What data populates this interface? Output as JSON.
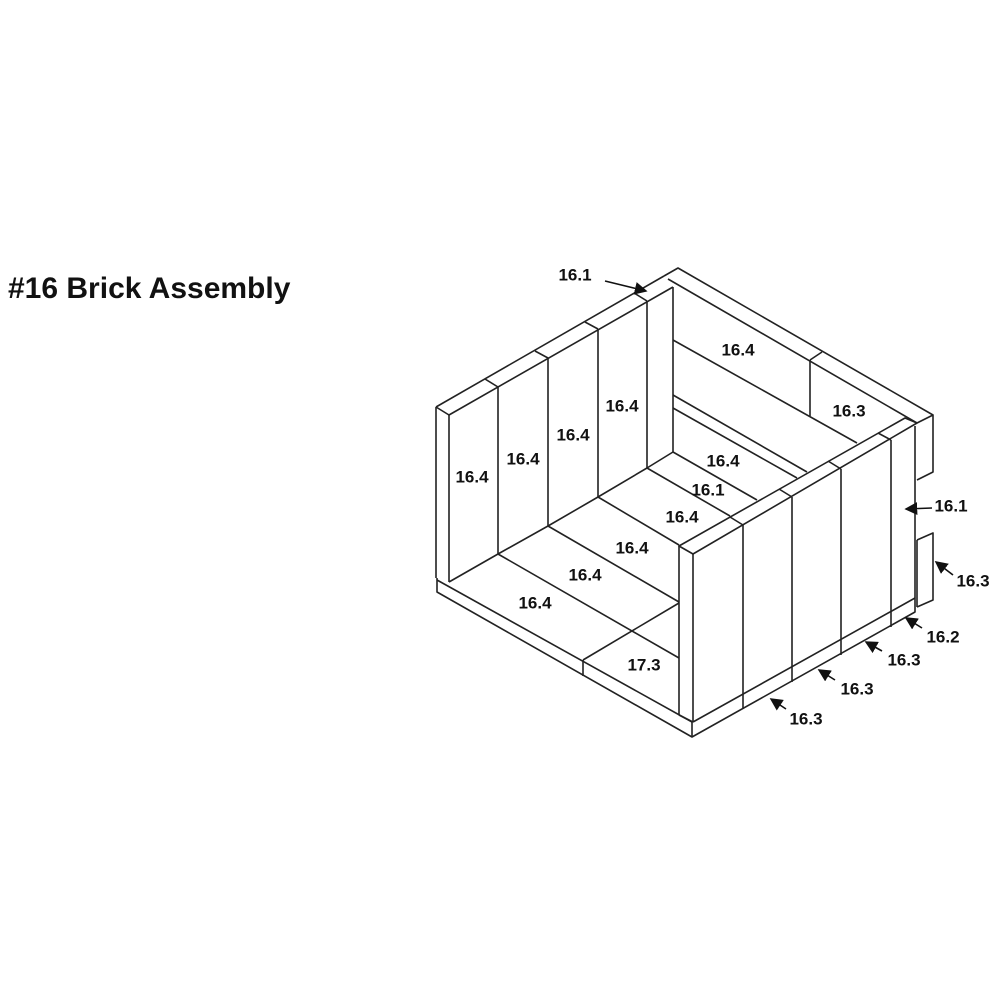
{
  "title": "#16 Brick Assembly",
  "labels": {
    "top_corner": "16.1",
    "left_wall": [
      "16.4",
      "16.4",
      "16.4",
      "16.4"
    ],
    "back_wall_upper": "16.4",
    "back_wall_end": "16.3",
    "floor": [
      "16.4",
      "16.1",
      "16.4",
      "16.4",
      "16.4",
      "16.4"
    ],
    "floor_front": "17.3",
    "right_gap": "16.1",
    "right_end_lower": "16.3",
    "base_right": [
      "16.2",
      "16.3",
      "16.3",
      "16.3"
    ]
  }
}
